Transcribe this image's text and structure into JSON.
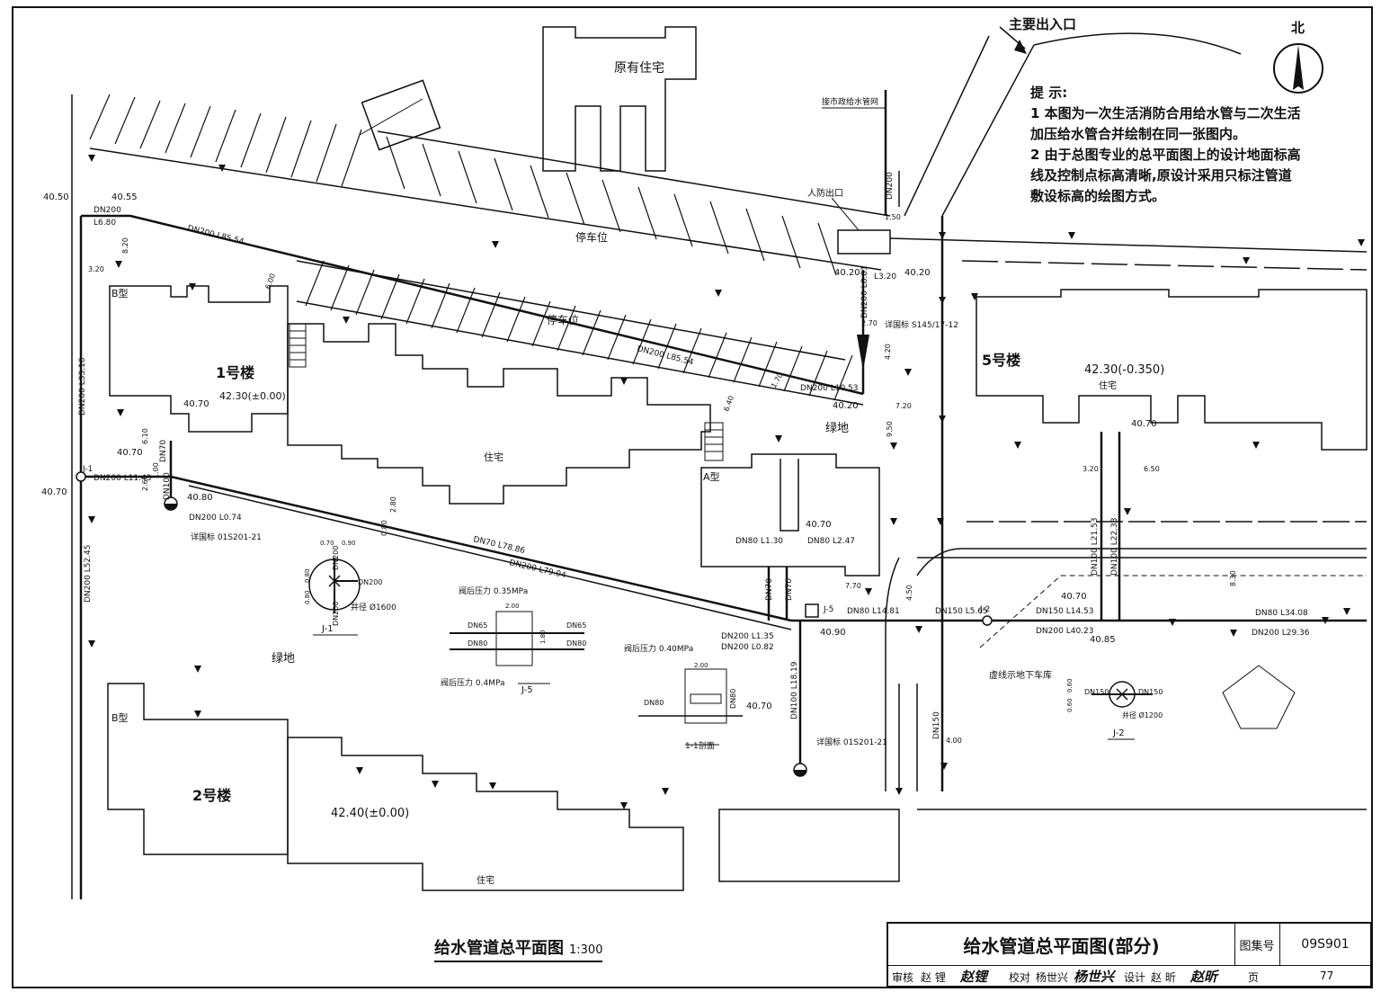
{
  "notes": {
    "heading": "提 示:",
    "line1": "1 本图为一次生活消防合用给水管与二次生活",
    "line2": "加压给水管合并绘制在同一张图内。",
    "line3": "2 由于总图专业的总平面图上的设计地面标高",
    "line4": "线及控制点标高清晰,原设计采用只标注管道",
    "line5": "敷设标高的绘图方式。"
  },
  "north": "北",
  "main_entrance": "主要出入口",
  "city_main": "接市政给水管网",
  "people_exit": "人防出口",
  "labels": {
    "existing_housing": "原有住宅",
    "parking1": "停车位",
    "parking2": "停车位",
    "bldg1": "1号楼",
    "bldg1_elev": "42.30(±0.00)",
    "bldg2": "2号楼",
    "bldg2_elev": "42.40(±0.00)",
    "bldg5": "5号楼",
    "bldg5_elev": "42.30(-0.350)",
    "housing_mid": "住宅",
    "housing_5": "住宅",
    "housing_bottom": "住宅",
    "green1": "绿地",
    "green2": "绿地",
    "type_b1": "B型",
    "type_b2": "B型",
    "type_a": "A型",
    "garage_note": "虚线示地下车库"
  },
  "pipe_labels": {
    "dn200_l85a": "DN200  L85.54",
    "dn200_l85b": "DN200  L85.54",
    "dn200_l1053": "DN200  L10.53",
    "dn200_l680": "DN200",
    "l680": "L6.80",
    "dn200_l1143": "DN200  L11.43",
    "dn200_l074": "DN200  L0.74",
    "dn70_l7886": "DN70  L78.86",
    "dn200_l7904": "DN200  L79.04",
    "dn80_l130": "DN80  L1.30",
    "dn80_l247": "DN80  L2.47",
    "dn80_l1481": "DN80  L14.81",
    "dn150_l565": "DN150  L5.65",
    "dn150_l1453": "DN150  L14.53",
    "dn200_l4023": "DN200  L40.23",
    "dn80_l3408": "DN80  L34.08",
    "dn200_l2936": "DN200  L29.36",
    "dn200_l135": "DN200  L1.35",
    "dn200_l082": "DN200  L0.82",
    "dn100_l1819": "DN100  L18.19",
    "dn200_l5245": "DN200  L52.45",
    "dn200_l3316": "DN200  L33.16",
    "dn200_l320": "L3.20",
    "dn200_l881": "DN200  L8.81",
    "dn100_l2153": "DN100  L21.53",
    "dn100_l2233": "DN100  L22.33",
    "dn150_v": "DN150",
    "dn200_top": "DN200",
    "dn70": "DN70",
    "dn100": "DN100",
    "dn70b": "DN70",
    "dn70c": "DN70"
  },
  "elevations": {
    "e4050": "40.50",
    "e4055": "40.55",
    "e4070a": "40.70",
    "e4070b": "40.70",
    "e4070c": "40.70",
    "e4080": "40.80",
    "e4020a": "40.20",
    "e4020b": "40.20",
    "e4020c": "40.20",
    "e4070d": "40.70",
    "e4090": "40.90",
    "e4070e": "40.70",
    "e4085": "40.85",
    "e4070f": "40.70",
    "e4070g": "40.70"
  },
  "dims": {
    "d320a": "3.20",
    "d820": "8.20",
    "d600": "6.00",
    "d640": "6.40",
    "d420": "4.20",
    "d270": "2.70",
    "d720": "7.20",
    "d950": "9.50",
    "d170": "1.70",
    "d770": "7.70",
    "d450": "4.50",
    "d320b": "3.20",
    "d650": "6.50",
    "d830": "8.30",
    "d400": "4.00",
    "d280": "2.80",
    "d080": "0.80",
    "d610": "6.10",
    "d260": "2.60",
    "d100": "1.00",
    "d150": "1.50"
  },
  "refs": {
    "ref1": "详国标  01S201-21",
    "ref2": "详国标  01S201-21",
    "ref3": "详国标  S145/17-12"
  },
  "details": {
    "j1_label": "J-1",
    "j1_well": "井径  Ø1600",
    "j1_dn200a": "DN200",
    "j1_dn200b": "DN200",
    "j1_dn200c": "DN200",
    "j1_d070": "0.70",
    "j1_d090": "0.90",
    "j1_d080a": "0.80",
    "j1_d080b": "0.80",
    "j5_label": "J-5",
    "j5_p1": "阀后压力  0.35MPa",
    "j5_p2": "阀后压力  0.4MPa",
    "j5_dn65a": "DN65",
    "j5_dn65b": "DN65",
    "j5_dn80a": "DN80",
    "j5_dn80b": "DN80",
    "j5_d200": "2.00",
    "j5_d180": "1.80",
    "sec_label": "1-1剖面",
    "sec_p": "阀后压力  0.40MPa",
    "sec_dn80a": "DN80",
    "sec_dn80b": "DN80",
    "sec_d200": "2.00",
    "sec_e4070": "40.70",
    "j2_label": "J-2",
    "j2_well": "井径  Ø1200",
    "j2_dn150a": "DN150",
    "j2_dn150b": "DN150",
    "j2_d060a": "0.60",
    "j2_d060b": "0.60",
    "j2_tag": "J-2",
    "j5_tag": "J-5",
    "j1_tag": "J-1"
  },
  "drawing_title": "给水管道总平面图",
  "drawing_scale": "1:300",
  "title_block": {
    "title": "给水管道总平面图(部分)",
    "atlas_label": "图集号",
    "atlas_no": "09S901",
    "review_label": "审核",
    "review_name": "赵 锂",
    "review_sig": "赵锂",
    "check_label": "校对",
    "check_name": "杨世兴",
    "check_sig": "杨世兴",
    "design_label": "设计",
    "design_name": "赵 昕",
    "design_sig": "赵昕",
    "page_label": "页",
    "page_no": "77"
  }
}
